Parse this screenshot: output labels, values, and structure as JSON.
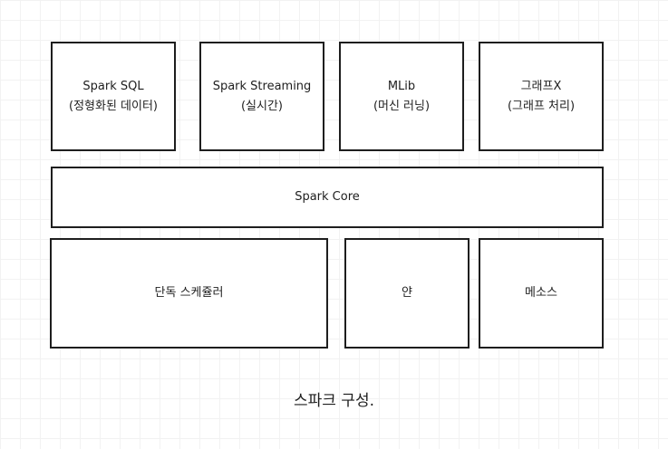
{
  "top_row": [
    {
      "name": "Spark SQL",
      "desc": "(정형화된 데이터)"
    },
    {
      "name": "Spark Streaming",
      "desc": "(실시간)"
    },
    {
      "name": "MLib",
      "desc": "(머신 러닝)"
    },
    {
      "name": "그래프X",
      "desc": "(그래프 처리)"
    }
  ],
  "core": {
    "label": "Spark Core"
  },
  "bottom_row": [
    {
      "label": "단독 스케쥴러"
    },
    {
      "label": "얀"
    },
    {
      "label": "메소스"
    }
  ],
  "caption": "스파크 구성."
}
